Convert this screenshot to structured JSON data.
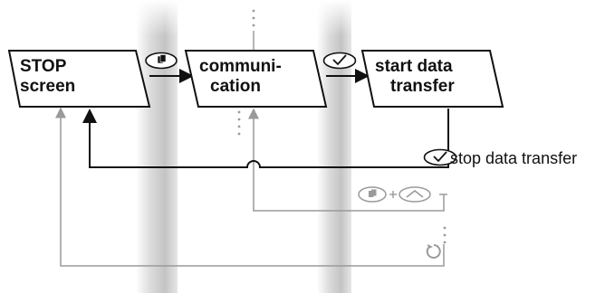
{
  "boxes": [
    {
      "id": "stop",
      "lines": [
        "STOP",
        "screen"
      ]
    },
    {
      "id": "comm",
      "lines": [
        "communi-",
        "cation"
      ]
    },
    {
      "id": "start",
      "lines": [
        "start data",
        "transfer"
      ]
    }
  ],
  "labels": {
    "stop_transfer": "stop data transfer"
  },
  "icons": {
    "pages": "pages-icon",
    "check": "check-icon",
    "up": "chevron-up-icon",
    "reset": "rotate-icon"
  },
  "colors": {
    "line_dark": "#111111",
    "line_grey": "#9a9a9a",
    "band_light": "#e8e8e8",
    "band_mid": "#c4c4c4"
  }
}
